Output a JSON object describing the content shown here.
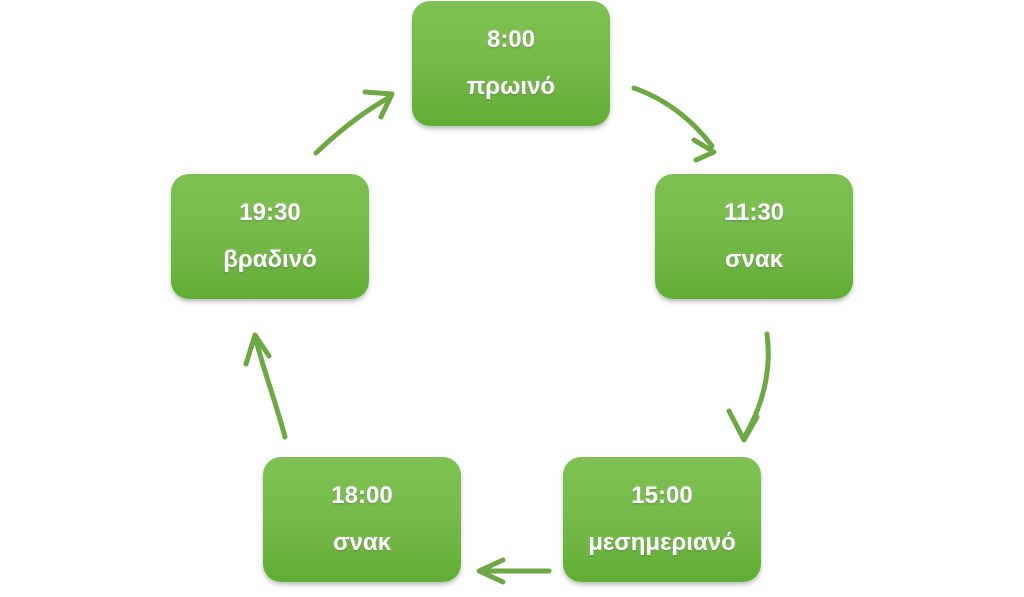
{
  "diagram": {
    "title": "Meal schedule cycle",
    "type": "cycle",
    "accent_color": "#6CB33F",
    "arrow_color": "#6EA845",
    "node_text_color": "#FFFFFF",
    "background_color": "#FFFFFF",
    "nodes": [
      {
        "id": "breakfast",
        "time": "8:00",
        "label": "πρωινό"
      },
      {
        "id": "snack-morning",
        "time": "11:30",
        "label": "σνακ"
      },
      {
        "id": "lunch",
        "time": "15:00",
        "label": "μεσημεριανό"
      },
      {
        "id": "snack-evening",
        "time": "18:00",
        "label": "σνακ"
      },
      {
        "id": "dinner",
        "time": "19:30",
        "label": "βραδινό"
      }
    ],
    "arrows": [
      {
        "id": "breakfast-to-snack-morning",
        "from": "breakfast",
        "to": "snack-morning",
        "shape": "curved"
      },
      {
        "id": "snack-morning-to-lunch",
        "from": "snack-morning",
        "to": "lunch",
        "shape": "curved"
      },
      {
        "id": "lunch-to-snack-evening",
        "from": "lunch",
        "to": "snack-evening",
        "shape": "straight"
      },
      {
        "id": "snack-evening-to-dinner",
        "from": "snack-evening",
        "to": "dinner",
        "shape": "curved"
      },
      {
        "id": "dinner-to-breakfast",
        "from": "dinner",
        "to": "breakfast",
        "shape": "curved"
      }
    ]
  }
}
